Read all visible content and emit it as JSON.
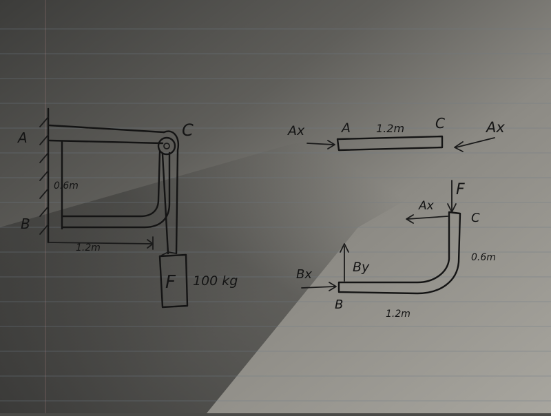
{
  "colors": {
    "paper_light": "#b3b1a9",
    "paper_dark": "#3a3a38",
    "ink": "#141414",
    "rule_line": "#6f7b86",
    "margin_line": "#b88a8a"
  },
  "system_figure": {
    "point_a": "A",
    "point_b": "B",
    "point_c": "C",
    "height_label": "0.6m",
    "width_label": "1.2m",
    "weight_letter": "F",
    "mass_label": "100 kg"
  },
  "fbd_rod_ac": {
    "left_force": "Ax",
    "right_force": "Ax",
    "end_a": "A",
    "end_c": "C",
    "length_label": "1.2m"
  },
  "fbd_bent_member": {
    "force_f": "F",
    "force_ax": "Ax",
    "end_c": "C",
    "height_label": "0.6m",
    "force_bx": "Bx",
    "force_by": "By",
    "end_b": "B",
    "length_label": "1.2m"
  }
}
